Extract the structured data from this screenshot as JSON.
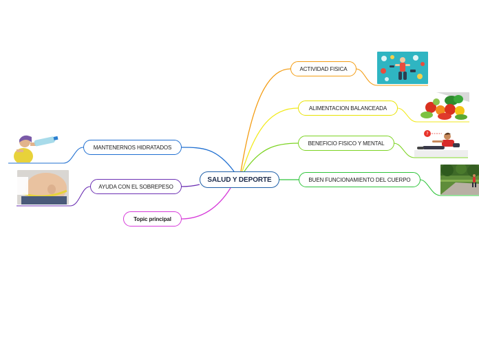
{
  "central": {
    "label": "SALUD Y DEPORTE",
    "color": "#1f5fa8"
  },
  "branches": [
    {
      "id": "actividad",
      "label": "ACTIVIDAD FISICA",
      "color": "#f39c12"
    },
    {
      "id": "alimentacion",
      "label": "ALIMENTACION BALANCEADA",
      "color": "#e8e200"
    },
    {
      "id": "beneficio",
      "label": "BENEFICIO FISICO Y MENTAL",
      "color": "#7bd321"
    },
    {
      "id": "funcionamiento",
      "label": "BUEN FUNCIONAMIENTO DEL CUERPO",
      "color": "#2ec43a"
    },
    {
      "id": "hidratados",
      "label": "MANTENERNOS HIDRATADOS",
      "color": "#1f6fd1"
    },
    {
      "id": "sobrepeso",
      "label": "AYUDA CON EL SOBREPESO",
      "color": "#6b2fb3"
    },
    {
      "id": "topic",
      "label": "Topic principal",
      "color": "#d63ad9"
    }
  ],
  "images": {
    "actividad": "fitness-icons-image",
    "alimentacion": "vegetables-image",
    "beneficio": "stretching-woman-image",
    "funcionamiento": "jogging-park-image",
    "hidratados": "drinking-water-image",
    "sobrepeso": "measuring-waist-image"
  }
}
